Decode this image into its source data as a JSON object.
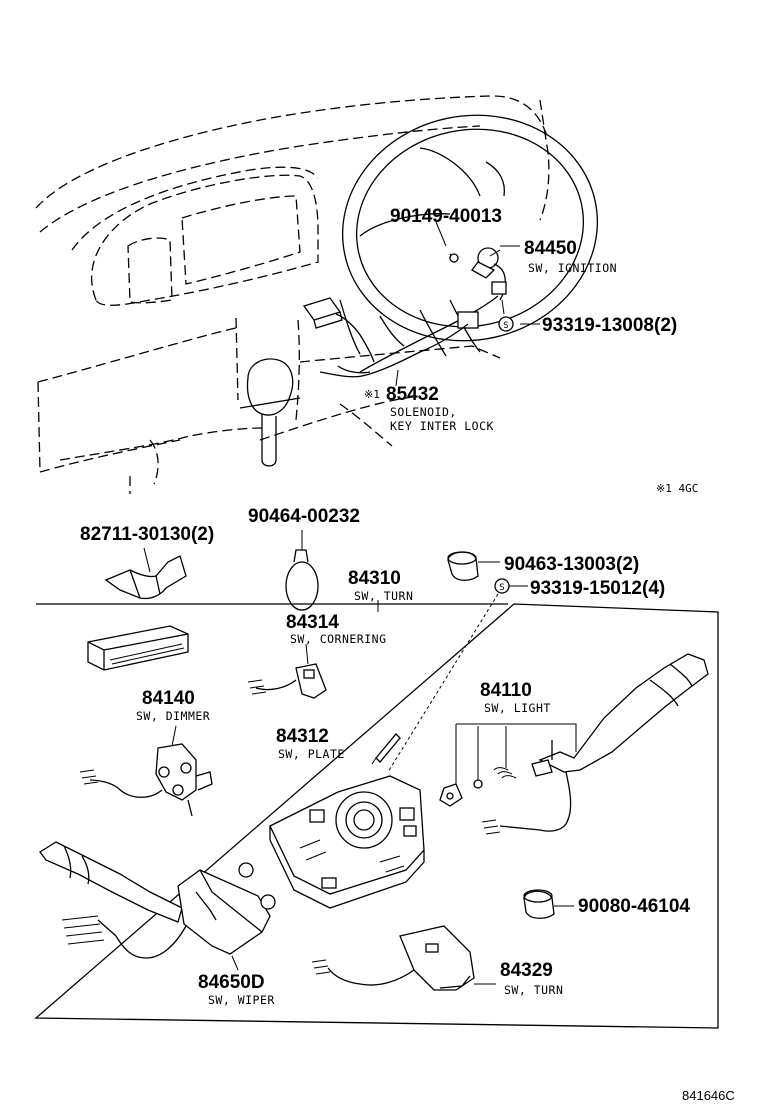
{
  "parts": [
    {
      "id": "p90149",
      "number": "90149-40013",
      "desc": ""
    },
    {
      "id": "p84450",
      "number": "84450",
      "desc": "SW, IGNITION"
    },
    {
      "id": "p93319a",
      "number": "93319-13008(2)",
      "desc": ""
    },
    {
      "id": "p85432",
      "number": "85432",
      "prefix": "※1",
      "desc": "SOLENOID,",
      "desc2": "KEY INTER LOCK"
    },
    {
      "id": "p82711",
      "number": "82711-30130(2)",
      "desc": ""
    },
    {
      "id": "p90464",
      "number": "90464-00232",
      "desc": ""
    },
    {
      "id": "p84310",
      "number": "84310",
      "desc": "SW, TURN"
    },
    {
      "id": "p90463",
      "number": "90463-13003(2)",
      "desc": ""
    },
    {
      "id": "p93319b",
      "number": "93319-15012(4)",
      "desc": ""
    },
    {
      "id": "p84314",
      "number": "84314",
      "desc": "SW, CORNERING"
    },
    {
      "id": "p84140",
      "number": "84140",
      "desc": "SW, DIMMER"
    },
    {
      "id": "p84110",
      "number": "84110",
      "desc": "SW, LIGHT"
    },
    {
      "id": "p84312",
      "number": "84312",
      "desc": "SW, PLATE"
    },
    {
      "id": "p90080",
      "number": "90080-46104",
      "desc": ""
    },
    {
      "id": "p84650",
      "number": "84650D",
      "desc": "SW, WIPER"
    },
    {
      "id": "p84329",
      "number": "84329",
      "desc": "SW, TURN"
    }
  ],
  "footnote": "※1 4GC",
  "diagram_ref": "841646C",
  "s_mark": "S"
}
